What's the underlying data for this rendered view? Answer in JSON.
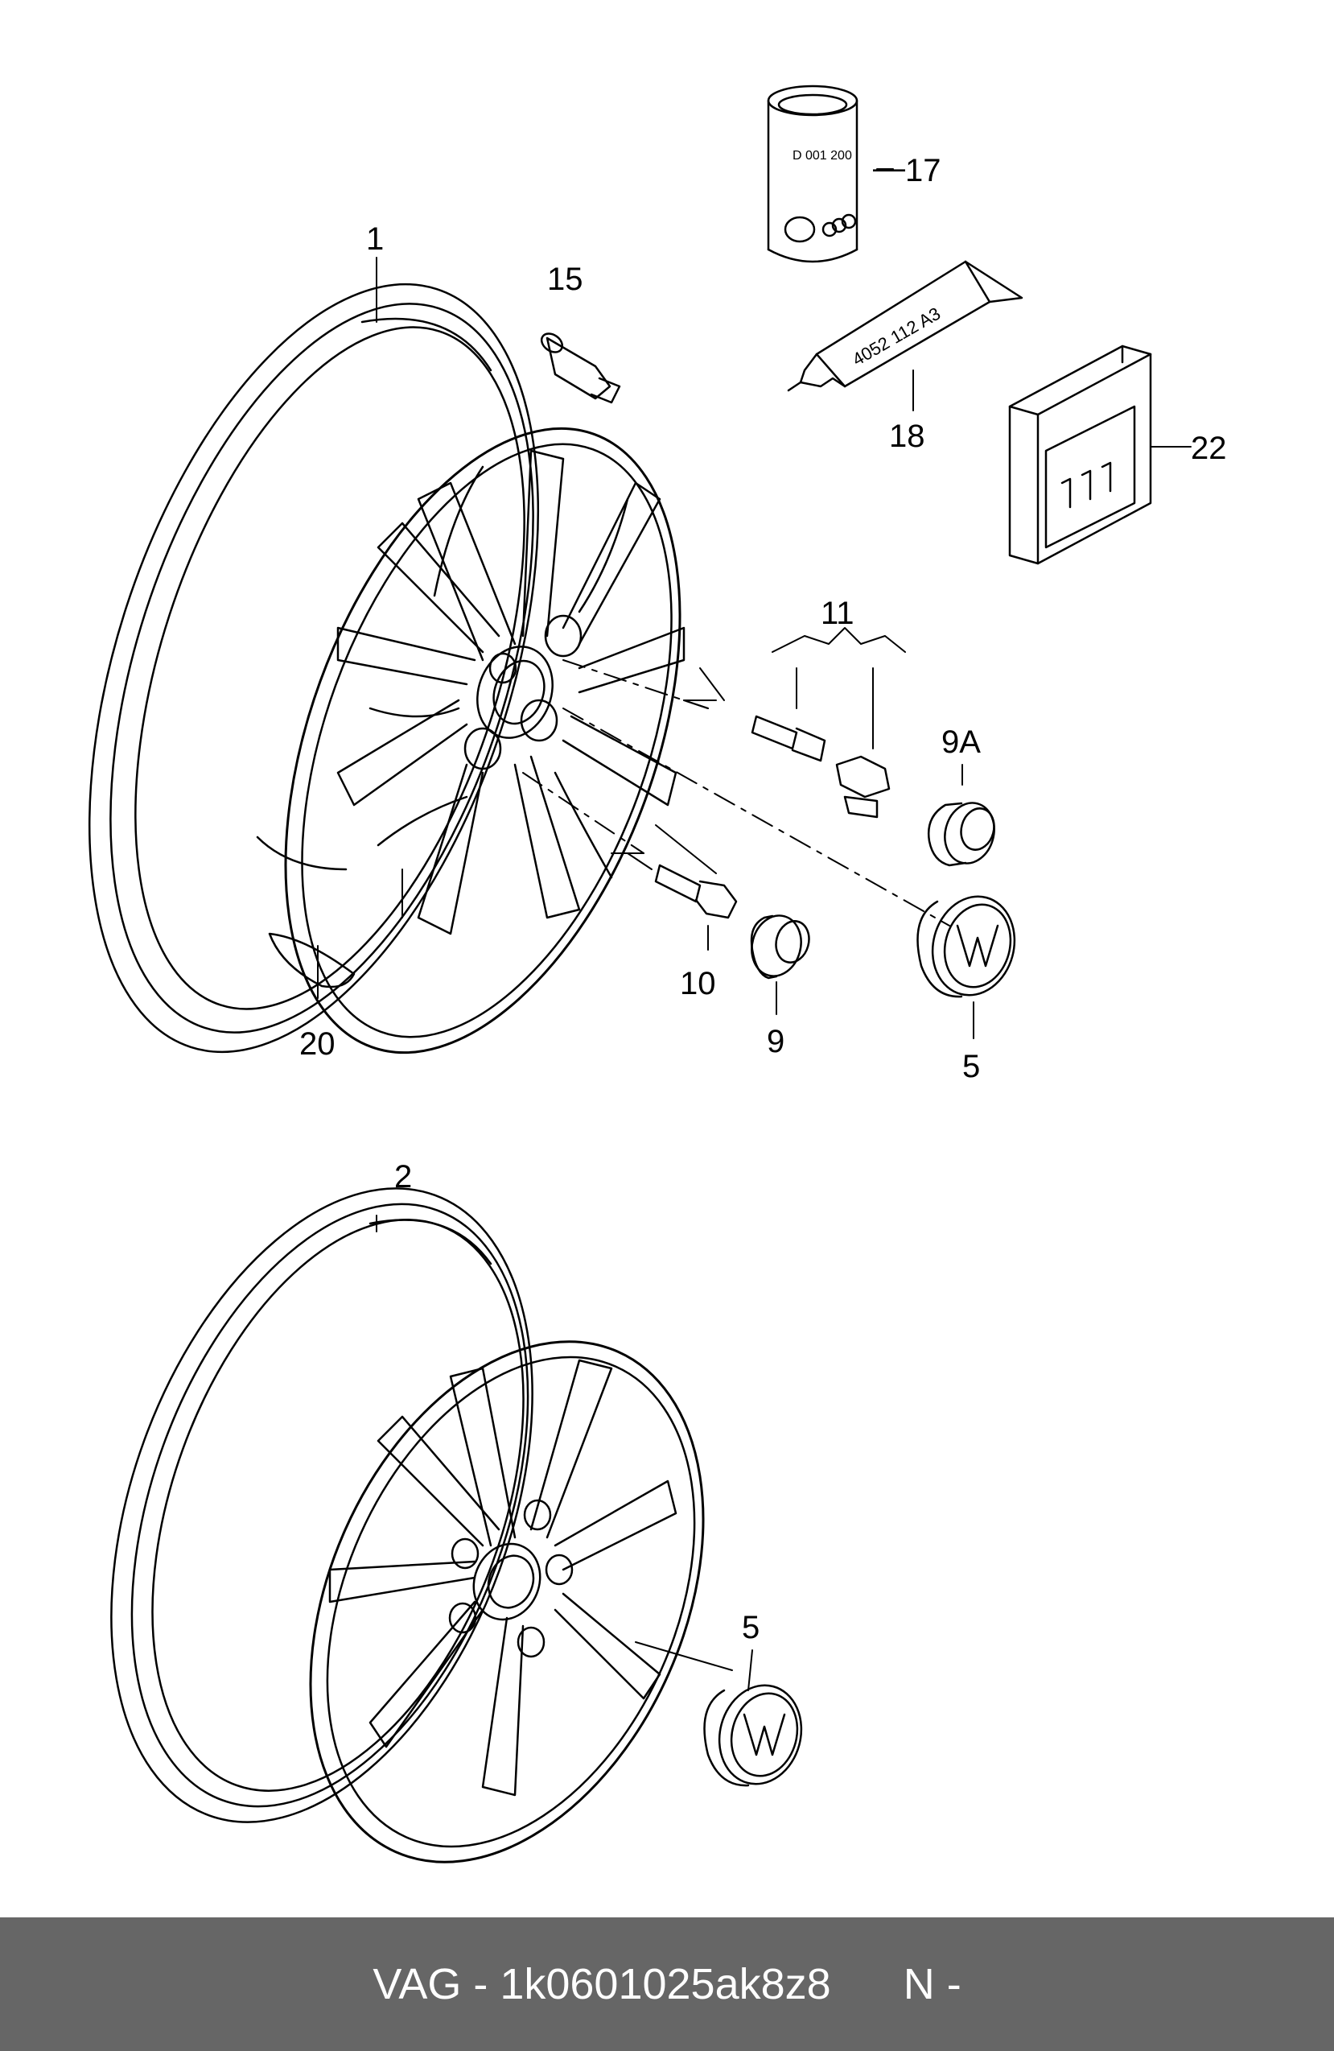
{
  "callouts": {
    "c1": "1",
    "c2": "2",
    "c5a": "5",
    "c5b": "5",
    "c9": "9",
    "c9a": "9A",
    "c10": "10",
    "c11": "11",
    "c15": "15",
    "c17": "17",
    "c18": "18",
    "c20": "20",
    "c22": "22"
  },
  "labels": {
    "can": "D 001 200",
    "tube": "4052 112 A3"
  },
  "footer": {
    "part_number": "VAG - 1k0601025ak8z8",
    "suffix": "N -"
  },
  "colors": {
    "footer_bg": "#666666",
    "footer_text": "#ffffff",
    "line": "#000000"
  }
}
